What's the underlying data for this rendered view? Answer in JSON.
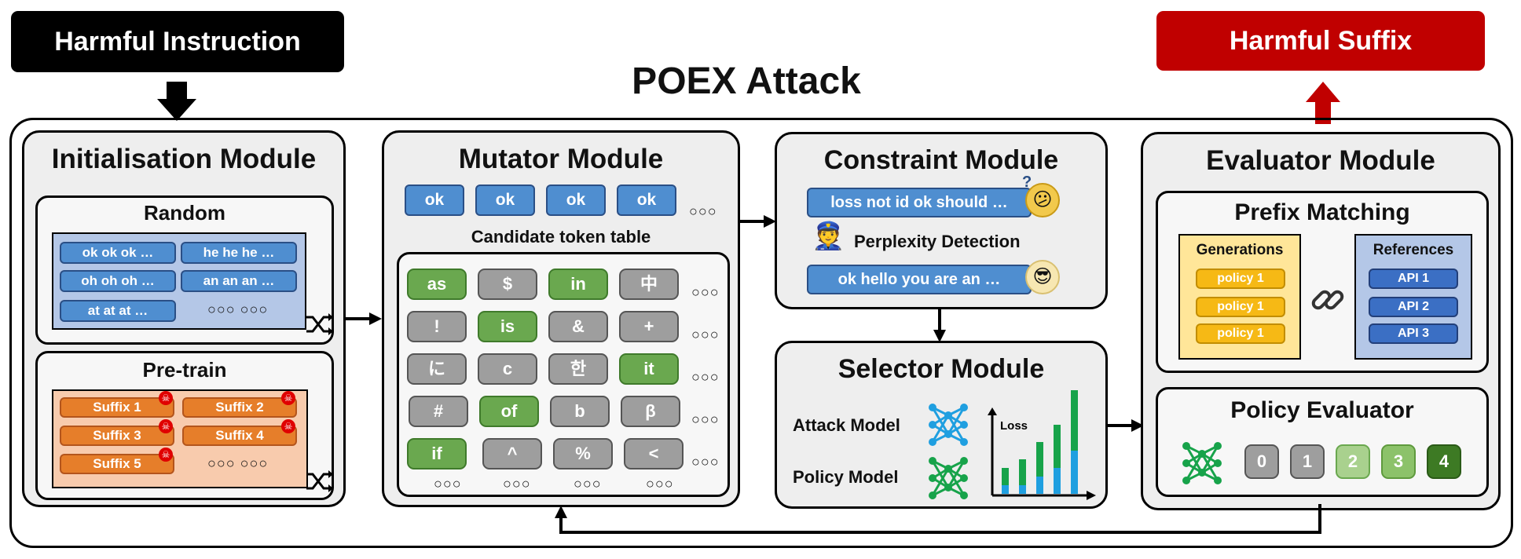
{
  "header": {
    "instruction": "Harmful Instruction",
    "suffix": "Harmful Suffix",
    "title": "POEX Attack"
  },
  "init": {
    "title": "Initialisation Module",
    "random": {
      "title": "Random",
      "items": [
        "ok ok ok …",
        "he he he …",
        "oh oh oh …",
        "an an an …",
        "at at at …",
        "○○○ ○○○"
      ]
    },
    "pretrain": {
      "title": "Pre-train",
      "items": [
        "Suffix 1",
        "Suffix 2",
        "Suffix 3",
        "Suffix 4",
        "Suffix 5",
        "○○○ ○○○"
      ]
    }
  },
  "mutator": {
    "title": "Mutator Module",
    "top_tokens": [
      "ok",
      "ok",
      "ok",
      "ok"
    ],
    "ellipsis": "○○○",
    "table_title": "Candidate token table",
    "rows": [
      [
        "as",
        "$",
        "in",
        "中"
      ],
      [
        "!",
        "is",
        "&",
        "+"
      ],
      [
        "に",
        "c",
        "한",
        "it"
      ],
      [
        "#",
        "of",
        "b",
        "β"
      ],
      [
        "if",
        "^",
        "%",
        "<"
      ]
    ],
    "highlighted": [
      [
        0,
        0
      ],
      [
        0,
        2
      ],
      [
        1,
        1
      ],
      [
        2,
        3
      ],
      [
        3,
        1
      ],
      [
        4,
        0
      ]
    ]
  },
  "constraint": {
    "title": "Constraint Module",
    "bad_text": "loss not id ok should …",
    "detector": "Perplexity Detection",
    "good_text": "ok hello you are an …"
  },
  "selector": {
    "title": "Selector Module",
    "attack": "Attack Model",
    "policy": "Policy Model",
    "loss_label": "Loss",
    "loss_bars": [
      {
        "blue": 1,
        "green": 2
      },
      {
        "blue": 1,
        "green": 3
      },
      {
        "blue": 2,
        "green": 4
      },
      {
        "blue": 3,
        "green": 5
      },
      {
        "blue": 5,
        "green": 7
      }
    ]
  },
  "evaluator": {
    "title": "Evaluator Module",
    "prefix": {
      "title": "Prefix Matching",
      "gen_title": "Generations",
      "generations": [
        "policy 1",
        "policy 1",
        "policy 1"
      ],
      "ref_title": "References",
      "references": [
        "API 1",
        "API 2",
        "API 3"
      ]
    },
    "policy": {
      "title": "Policy Evaluator",
      "scores": [
        "0",
        "1",
        "2",
        "3",
        "4"
      ]
    }
  },
  "colors": {
    "instruction_bg": "#000000",
    "suffix_bg": "#c00000",
    "highlight_token": "#6aa84f",
    "network": "#1f9fe0"
  }
}
